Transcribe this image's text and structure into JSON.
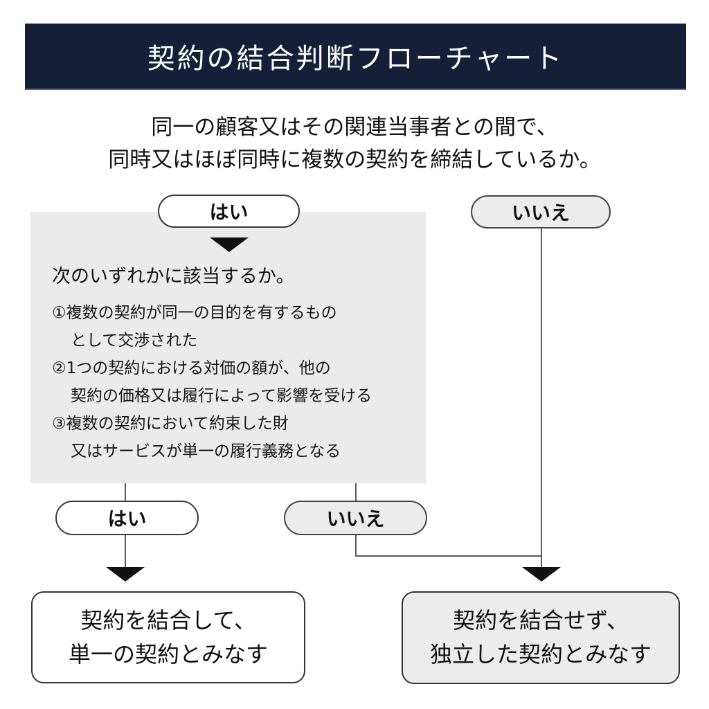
{
  "title": "契約の結合判断フローチャート",
  "question": {
    "line1": "同一の顧客又はその関連当事者との間で、",
    "line2": "同時又はほぼ同時に複数の契約を締結しているか。"
  },
  "labels": {
    "yes_top": "はい",
    "no_top": "いいえ",
    "yes_bottom": "はい",
    "no_bottom": "いいえ"
  },
  "criteria": {
    "heading": "次のいずれかに該当するか。",
    "items": [
      {
        "line1": "①複数の契約が同一の目的を有するもの",
        "line2": "として交渉された"
      },
      {
        "line1": "②1つの契約における対価の額が、他の",
        "line2": "契約の価格又は履行によって影響を受ける"
      },
      {
        "line1": "③複数の契約において約束した財",
        "line2": "又はサービスが単一の履行義務となる"
      }
    ]
  },
  "results": {
    "combine": {
      "line1": "契約を結合して、",
      "line2": "単一の契約とみなす"
    },
    "separate": {
      "line1": "契約を結合せず、",
      "line2": "独立した契約とみなす"
    }
  },
  "colors": {
    "navy_header": "#152038",
    "gray_panel": "#ebebeb",
    "gray_node": "#ececec",
    "connector_line": "#595959",
    "arrow": "#111111"
  }
}
